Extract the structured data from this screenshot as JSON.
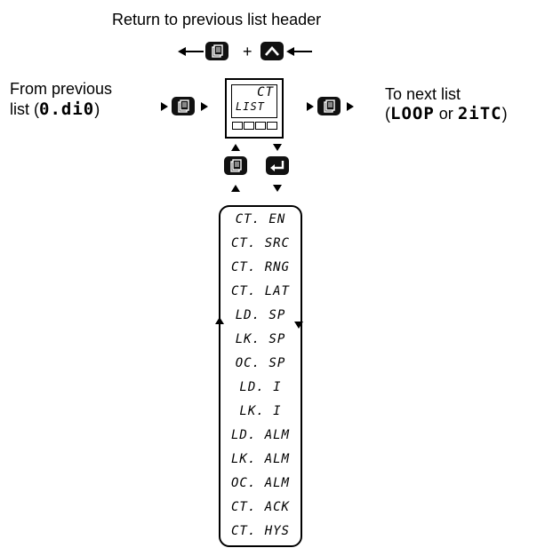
{
  "header": {
    "return_label": "Return to previous list header"
  },
  "left": {
    "line1": "From previous",
    "line2_prefix": "list (",
    "list_code": "0.di0",
    "line2_suffix": ")"
  },
  "right": {
    "line1": "To next list",
    "paren_open": "(",
    "code1": "LOOP",
    "or": "or",
    "code2": "2iTC",
    "paren_close": ")"
  },
  "plus": "+",
  "display": {
    "top": "CT",
    "bottom": "LIST"
  },
  "items": [
    "CT. EN",
    "CT. SRC",
    "CT. RNG",
    "CT. LAT",
    "LD. SP",
    "LK. SP",
    "OC. SP",
    "LD. I",
    "LK. I",
    "LD. ALM",
    "LK. ALM",
    "OC. ALM",
    "CT. ACK",
    "CT. HYS"
  ],
  "icons": [
    "page-key-icon",
    "up-arrow-key-icon",
    "enter-key-icon",
    "arrow-left-icon",
    "arrow-right-icon"
  ]
}
